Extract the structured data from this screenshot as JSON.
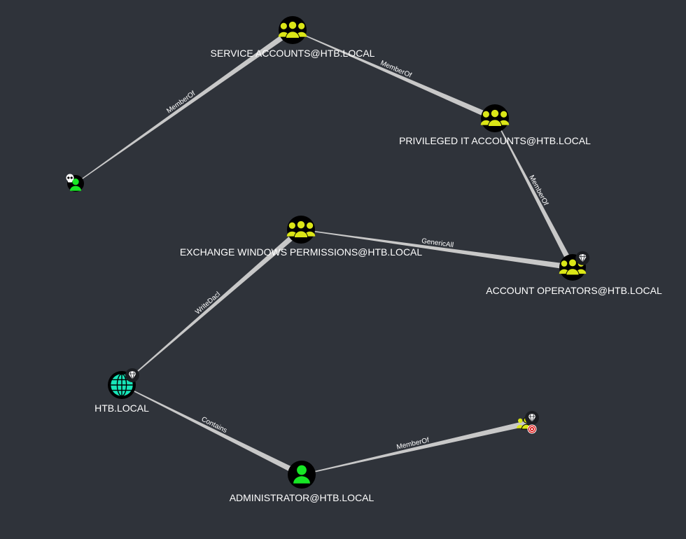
{
  "colors": {
    "background": "#2f333a",
    "edge": "#c8c8c8",
    "group": "#dbe617",
    "user": "#17e625",
    "domain": "#17e6b9",
    "node_bg": "#000000"
  },
  "nodes": [
    {
      "id": "service-accounts",
      "label": "SERVICE ACCOUNTS@HTB.LOCAL",
      "kind": "group",
      "badge": null
    },
    {
      "id": "privileged-it",
      "label": "PRIVILEGED IT ACCOUNTS@HTB.LOCAL",
      "kind": "group",
      "badge": null
    },
    {
      "id": "owned-user",
      "label": "",
      "kind": "user",
      "badge": "skull"
    },
    {
      "id": "exchange-windows",
      "label": "EXCHANGE WINDOWS PERMISSIONS@HTB.LOCAL",
      "kind": "group",
      "badge": null
    },
    {
      "id": "account-operators",
      "label": "ACCOUNT OPERATORS@HTB.LOCAL",
      "kind": "group",
      "badge": "diamond"
    },
    {
      "id": "htb-local",
      "label": "HTB.LOCAL",
      "kind": "domain",
      "badge": "diamond"
    },
    {
      "id": "administrator",
      "label": "ADMINISTRATOR@HTB.LOCAL",
      "kind": "user",
      "badge": null
    },
    {
      "id": "target-group",
      "label": "",
      "kind": "group",
      "badge": "target"
    }
  ],
  "edges": [
    {
      "from": "owned-user",
      "to": "service-accounts",
      "label": "MemberOf"
    },
    {
      "from": "service-accounts",
      "to": "privileged-it",
      "label": "MemberOf"
    },
    {
      "from": "privileged-it",
      "to": "account-operators",
      "label": "MemberOf"
    },
    {
      "from": "exchange-windows",
      "to": "account-operators",
      "label": "GenericAll"
    },
    {
      "from": "htb-local",
      "to": "exchange-windows",
      "label": "WriteDacl"
    },
    {
      "from": "htb-local",
      "to": "administrator",
      "label": "Contains"
    },
    {
      "from": "administrator",
      "to": "target-group",
      "label": "MemberOf"
    }
  ]
}
